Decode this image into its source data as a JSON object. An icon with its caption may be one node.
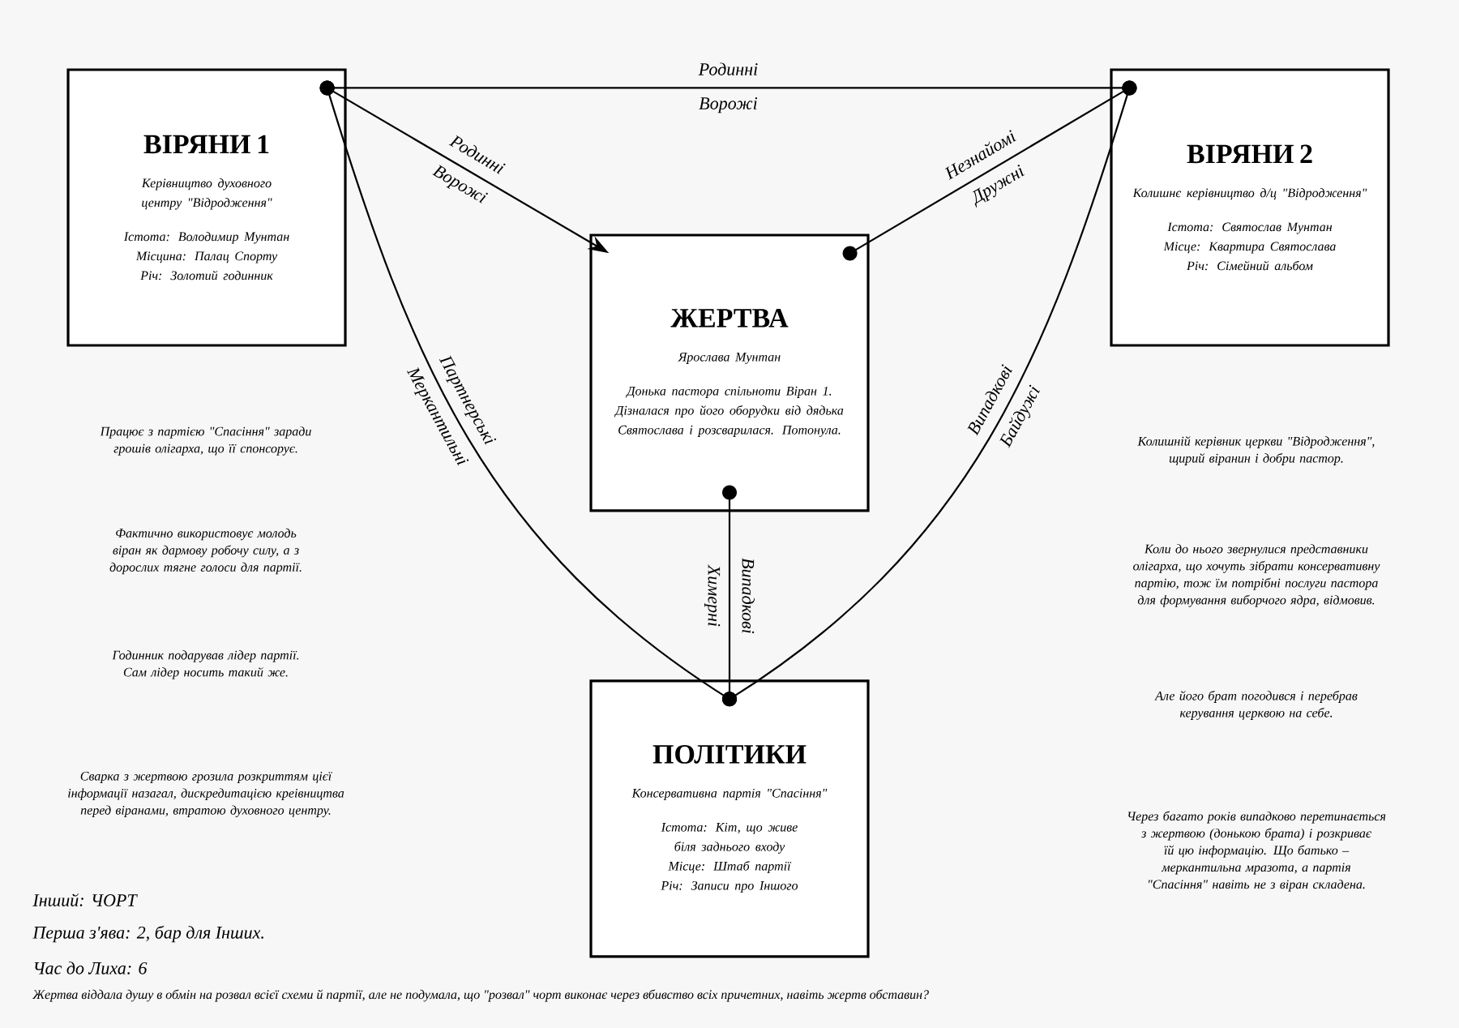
{
  "diagram": {
    "nodes": [
      {
        "text": [
          "ВІРЯНИ 1",
          "Керівництво духовного центру \"Відродження\"",
          "Істота: Володимир Мунтан",
          "Місцина: Палац Спорту",
          "Річ: Золотий годинник"
        ]
      },
      {
        "text": [
          "ЖЕРТВА",
          "Ярослава Мунтан",
          "Донька пастора спільноти Віран 1. Дізналася про його оборудки від дядька Святослава і розсварилася. Потонула."
        ]
      },
      {
        "text": [
          "ВІРЯНИ 2",
          "Колишнє керівництво д/ц \"Відродження\"",
          "Істота: Святослав Мунтан",
          "Місце: Квартира Святослава",
          "Річ: Сімейний альбом"
        ]
      },
      {
        "text": [
          "ПОЛІТИКИ",
          "Консервативна партія \"Спасіння\"",
          "Істота: Кіт, що живе біля заднього входу",
          "Місце: Штаб партії",
          "Річ: Записи про Іншого"
        ]
      }
    ],
    "edges": [
      {
        "from": 0,
        "to": 2,
        "arrow": "other",
        "label": "Родинні Ворожі"
      },
      {
        "from": 0,
        "to": 1,
        "arrow": "to",
        "label": "Родинні Ворожі"
      },
      {
        "from": 1,
        "to": 2,
        "arrow": "other",
        "label": "Незнайомі Дружні"
      },
      {
        "from": 0,
        "to": 3,
        "arrow": "other",
        "label": "Партнерські Меркантильні"
      },
      {
        "from": 1,
        "to": 3,
        "arrow": "other",
        "label": "Випадкові Химерні"
      },
      {
        "from": 2,
        "to": 3,
        "arrow": "other",
        "label": "Випадкові Байдужі"
      }
    ],
    "labels": [
      "Працює з партією \"Спасіння\" заради грошів олігарха, що її спонсорує.",
      "Фактично використовує молодь віран як дармову робочу силу, а з дорослих тягне голоси для партії.",
      "Годинник подарував лідер партії. Сам лідер носить такий же.",
      "Сварка з жертвою грозила розкриттям цієї інформації назагал, дискредитацією креівництва перед віранами, втратою духовного центру.",
      "Колишній керівник церкви \"Відродження\", щирий віранин і добри пастор.",
      "Коли до нього звернулися представники олігарха, що хочуть зібрати консервативну партію, тож їм потрібні послуги пастора для формування виборчого ядра, відмовив.",
      "Але його брат погодився і перебрав керування церквою на себе.",
      "Через багато років випадково перетинається з жертвою (донькою брата) і розкриває їй цю інформацію. Що батько – меркантильна мразота, а партія \"Спасіння\" навіть не з віран складена.",
      "Інший: ЧОРТ",
      "Перша з'ява: 2, бар для Інших.",
      "Час до Лиха: 6",
      "Жертва віддала душу в обмін на розвал всієї схеми й партії, але не подумала, що \"розвал\" чорт виконає через вбивство всіх причетних, навіть жертв обставин?"
    ]
  }
}
